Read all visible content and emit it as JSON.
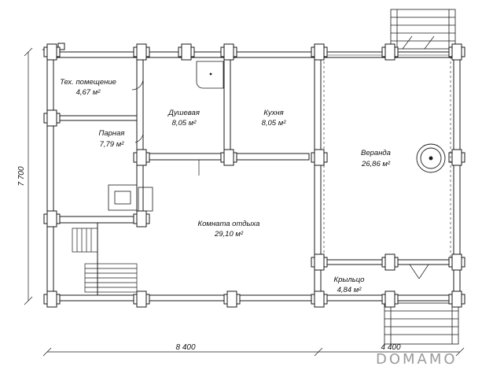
{
  "rooms": [
    {
      "name": "Тех. помещение",
      "area": "4,67 м²"
    },
    {
      "name": "Парная",
      "area": "7,79 м²"
    },
    {
      "name": "Душевая",
      "area": "8,05 м²"
    },
    {
      "name": "Кухня",
      "area": "8,05 м²"
    },
    {
      "name": "Веранда",
      "area": "26,86 м²"
    },
    {
      "name": "Комната отдыха",
      "area": "29,10 м²"
    },
    {
      "name": "Крыльцо",
      "area": "4,84 м²"
    }
  ],
  "dimensions": {
    "width_main": "8 400",
    "width_veranda": "4 400",
    "height": "7 700"
  },
  "watermark": "DOMAMO",
  "colors": {
    "wall": "#ffffff",
    "line": "#1a1a1a",
    "watermark": "#d2d2d2"
  }
}
